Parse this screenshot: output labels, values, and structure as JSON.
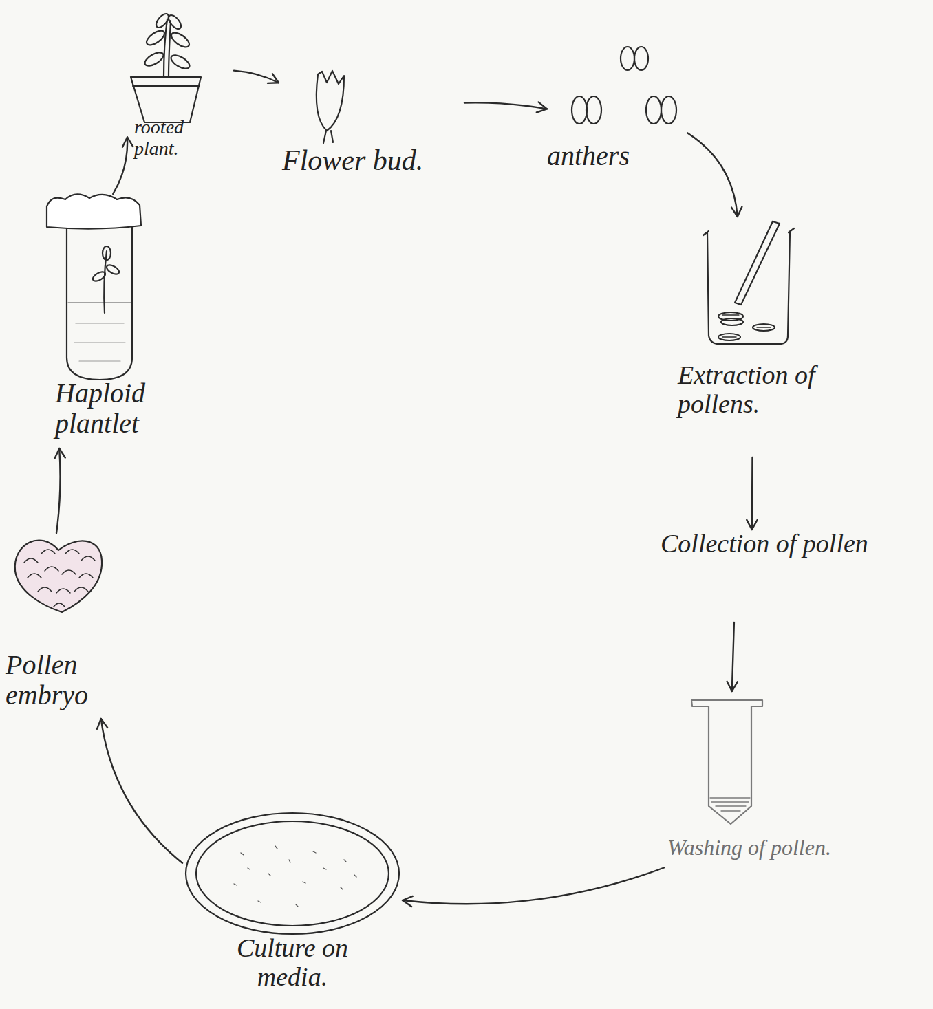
{
  "diagram": {
    "nodes": [
      {
        "text": [
          "rooted plant."
        ]
      },
      {
        "text": [
          "Flower bud."
        ]
      },
      {
        "text": [
          "anthers"
        ]
      },
      {
        "text": [
          "Extraction of pollens."
        ]
      },
      {
        "text": [
          "Collection of pollen"
        ]
      },
      {
        "text": [
          "Washing of pollen."
        ]
      },
      {
        "text": [
          "Culture on media."
        ]
      },
      {
        "text": [
          "Pollen embryo"
        ]
      },
      {
        "text": [
          "Haploid plantlet"
        ]
      }
    ],
    "edges": [
      {
        "from": 0,
        "to": 1,
        "arrow": "to"
      },
      {
        "from": 1,
        "to": 2,
        "arrow": "to"
      },
      {
        "from": 2,
        "to": 3,
        "arrow": "to"
      },
      {
        "from": 3,
        "to": 4,
        "arrow": "to"
      },
      {
        "from": 4,
        "to": 5,
        "arrow": "to"
      },
      {
        "from": 5,
        "to": 6,
        "arrow": "to"
      },
      {
        "from": 6,
        "to": 7,
        "arrow": "to"
      },
      {
        "from": 7,
        "to": 8,
        "arrow": "to"
      },
      {
        "from": 8,
        "to": 0,
        "arrow": "to"
      }
    ]
  }
}
